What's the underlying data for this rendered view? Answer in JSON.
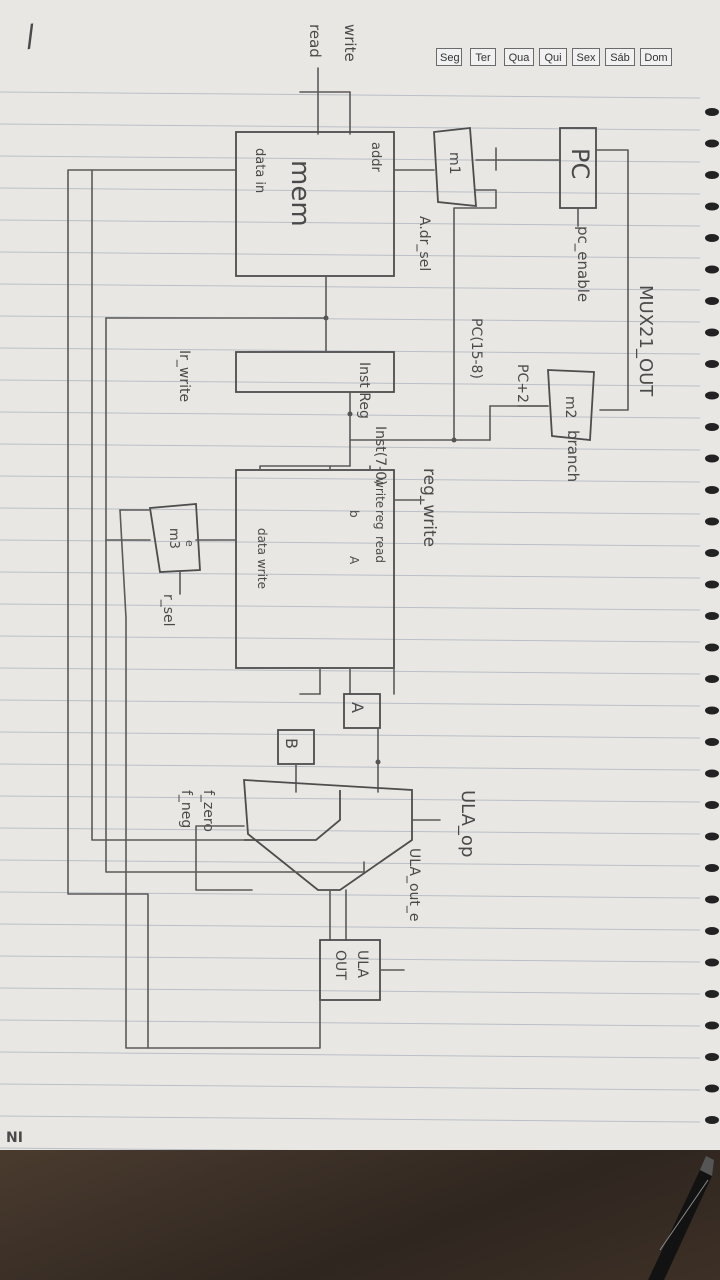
{
  "header": {
    "days": [
      "Seg",
      "Ter",
      "Qua",
      "Qui",
      "Sex",
      "Sáb",
      "Dom"
    ],
    "slash_mark": "/"
  },
  "diagram": {
    "left_signals": {
      "write": "write",
      "read": "read"
    },
    "pc": {
      "label": "PC",
      "enable": "pc_enable"
    },
    "mux_m1": {
      "label": "m1",
      "select": "A.dr_sel"
    },
    "memory": {
      "title": "mem",
      "addr": "addr",
      "data_in": "data in"
    },
    "mux21_out": "MUX21_OUT",
    "pc_plus2": "PC+2",
    "pc_range": "PC(15-8)",
    "mux_m2": {
      "label": "m2",
      "select": "branch"
    },
    "inst_reg": {
      "label": "Inst Reg",
      "write": "Ir_write"
    },
    "inst_range": "Inst(7-0)",
    "regfile": {
      "write": "write",
      "reg": "reg",
      "read": "read",
      "a": "A",
      "b": "b",
      "data_write": "data write",
      "control": "reg_write"
    },
    "mux_m3": {
      "label": "m3",
      "sub": "e",
      "select": "r_sel"
    },
    "reg_a": "A",
    "reg_b": "B",
    "ula": {
      "op": "ULA_op",
      "flag_zero": "f_zero",
      "flag_neg": "f_neg"
    },
    "ula_out": {
      "label": "ULA OUT",
      "control": "ULA_out_e"
    },
    "margin_mark": "NI"
  }
}
